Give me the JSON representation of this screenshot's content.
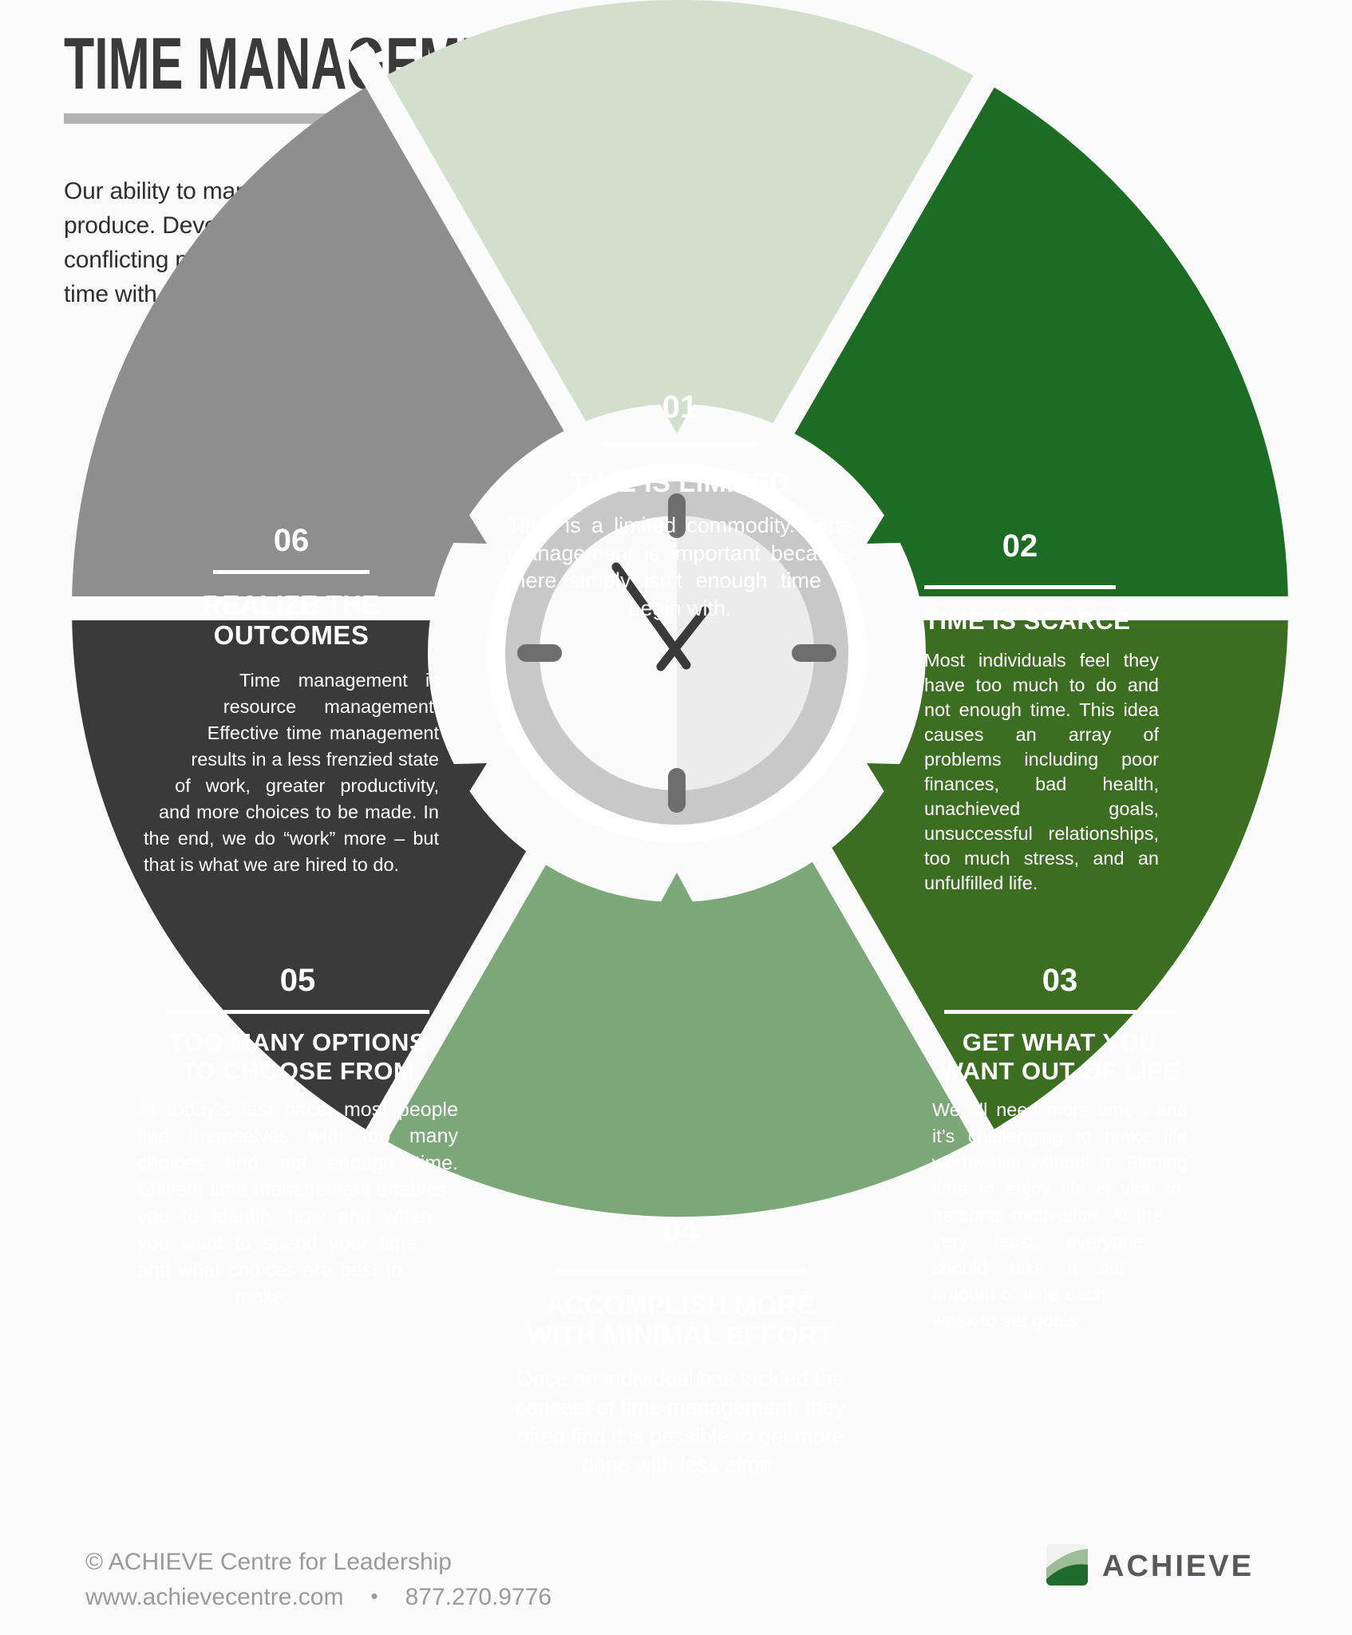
{
  "header": {
    "title": "TIME MANAGEMENT PRINCIPLES",
    "intro": "Our ability to manage time affects productivity and the quality of work we are able to produce. Developing effective skills in time management empowers us to deal with the conflicting priorities we face every day. Here are some principles to help you manage your time with proficiency."
  },
  "sections": [
    {
      "number": "01",
      "color": "#d2dfcc",
      "title_lines": [
        "TIME IS LIMITED"
      ],
      "body": "Time is a limited commodity. Time management is important because there simply isn’t enough time to begin with."
    },
    {
      "number": "02",
      "color": "#1d6c23",
      "title_lines": [
        "TIME IS SCARCE"
      ],
      "body": "Most individuals feel they have too much to do and not enough time. This idea causes an array of problems including poor finances, bad health, unachieved goals, unsuccessful relationships, too much stress, and an unfulfilled life."
    },
    {
      "number": "03",
      "color": "#3c6e22",
      "title_lines": [
        "GET WHAT YOU",
        "WANT OUT OF LIFE"
      ],
      "body": "We all need more time , and it’s challenging to make life worthwhile without it. Finding time to enjoy life is vital to personal motivation. At the very least, everyone should take a set amount of time each week to set goals."
    },
    {
      "number": "04",
      "color": "#7ca879",
      "title_lines": [
        "ACCOMPLISH MORE",
        "WITH MINIMAL EFFORT"
      ],
      "body": "Once an individual has tackled the concept of time management, they often find it is possible to get more done with less effort."
    },
    {
      "number": "05",
      "color": "#3a3a3a",
      "title_lines": [
        "TOO MANY OPTIONS",
        "TO CHOOSE FROM"
      ],
      "body": "At today’s fast pace, most people find themselves with too many choices and not enough time. Efficent time management enables you to identify how and when you want to spend your time and what choices are best to make."
    },
    {
      "number": "06",
      "color": "#8e8e8e",
      "title_lines": [
        "REALIZE THE",
        "OUTCOMES"
      ],
      "body": "Time management is resource management. Effective time management results in a less frenzied state of work, greater productivity, and more choices to be made. In the end, we do “work” more – but that is what we are hired to do."
    }
  ],
  "clock": {
    "ring": "#c8c8c8",
    "face": "#fafafa",
    "face_shade": "#ececec",
    "tick": "#6e6e6e",
    "hand": "#3a3a3a"
  },
  "footer": {
    "copyright": "© ACHIEVE Centre for Leadership",
    "website": "www.achievecentre.com",
    "separator": "•",
    "phone": "877.270.9776",
    "logo_text": "ACHIEVE",
    "logo_colors": {
      "top": "#eef1ec",
      "mid": "#9dbd98",
      "dark": "#1e6b2b"
    }
  }
}
